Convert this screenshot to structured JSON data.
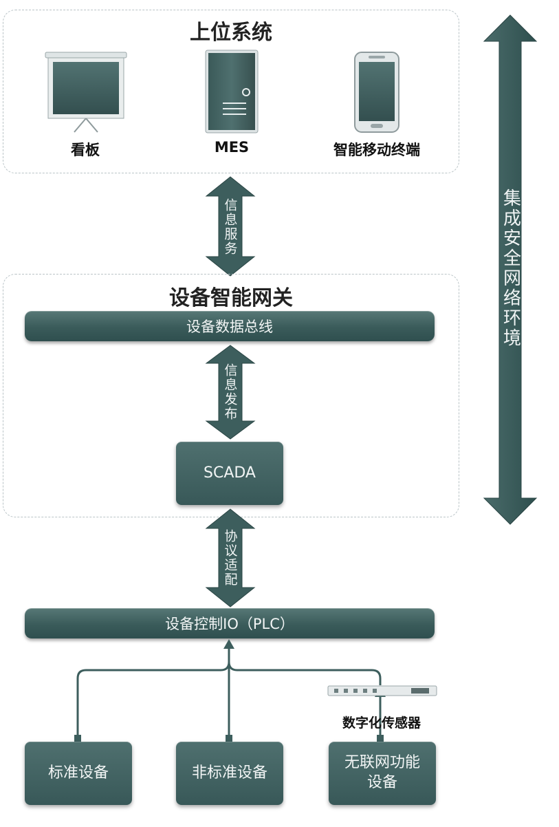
{
  "upper": {
    "title": "上位系统",
    "items": [
      {
        "label": "看板",
        "icon": "projector-screen-icon"
      },
      {
        "label": "MES",
        "icon": "server-tower-icon"
      },
      {
        "label": "智能移动终端",
        "icon": "smartphone-icon"
      }
    ]
  },
  "arrows": {
    "info_service": "信息服务",
    "info_publish": "信息发布",
    "protocol_adapt": "协议适配",
    "network_env": "集成安全网络环境"
  },
  "gateway": {
    "title": "设备智能网关",
    "bus": "设备数据总线",
    "scada": "SCADA"
  },
  "control": {
    "plc_bar": "设备控制IO（PLC）"
  },
  "sensor": {
    "label": "数字化传感器"
  },
  "devices": {
    "standard": "标准设备",
    "nonstandard": "非标准设备",
    "no_network": "无联网功能设备"
  },
  "colors": {
    "primary": "#3d5e5d",
    "dash": "#b9c3c6"
  }
}
